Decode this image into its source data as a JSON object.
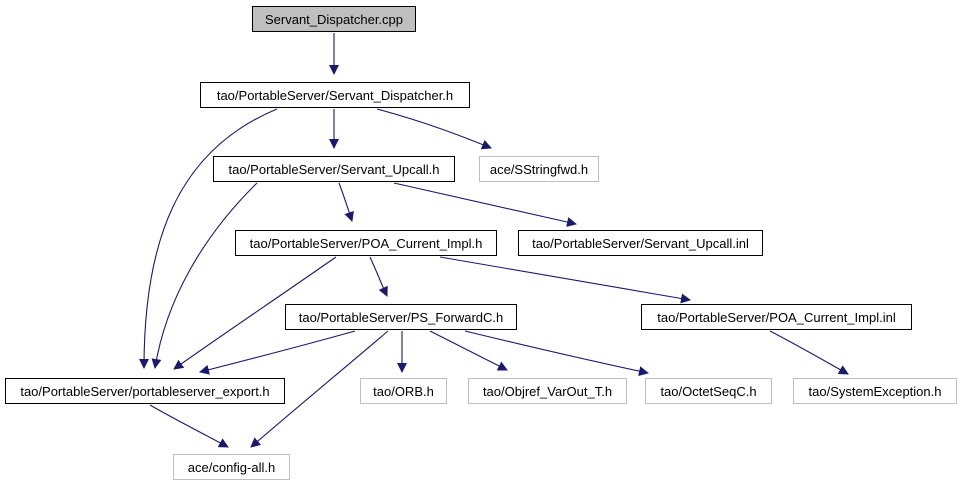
{
  "graph": {
    "kind": "include-dependency-graph",
    "colors": {
      "background": "#ffffff",
      "arrow": "#191970",
      "text": "#000000",
      "border_internal": "#000000",
      "border_external": "#c0c0c0",
      "node_fill": "#ffffff",
      "root_fill": "#bfbfbf"
    },
    "nodes": [
      {
        "id": "servant-dispatcher-cpp",
        "label": "Servant_Dispatcher.cpp",
        "kind": "source"
      },
      {
        "id": "servant-dispatcher-h",
        "label": "tao/PortableServer/Servant_Dispatcher.h",
        "kind": "internal"
      },
      {
        "id": "servant-upcall-h",
        "label": "tao/PortableServer/Servant_Upcall.h",
        "kind": "internal"
      },
      {
        "id": "sstringfwd-h",
        "label": "ace/SStringfwd.h",
        "kind": "external"
      },
      {
        "id": "poa-current-impl-h",
        "label": "tao/PortableServer/POA_Current_Impl.h",
        "kind": "internal"
      },
      {
        "id": "servant-upcall-inl",
        "label": "tao/PortableServer/Servant_Upcall.inl",
        "kind": "internal"
      },
      {
        "id": "ps-forwardc-h",
        "label": "tao/PortableServer/PS_ForwardC.h",
        "kind": "internal"
      },
      {
        "id": "poa-current-impl-inl",
        "label": "tao/PortableServer/POA_Current_Impl.inl",
        "kind": "internal"
      },
      {
        "id": "portableserver-export-h",
        "label": "tao/PortableServer/portableserver_export.h",
        "kind": "internal"
      },
      {
        "id": "orb-h",
        "label": "tao/ORB.h",
        "kind": "external"
      },
      {
        "id": "objref-varout-t-h",
        "label": "tao/Objref_VarOut_T.h",
        "kind": "external"
      },
      {
        "id": "octetseqc-h",
        "label": "tao/OctetSeqC.h",
        "kind": "external"
      },
      {
        "id": "systemexception-h",
        "label": "tao/SystemException.h",
        "kind": "external"
      },
      {
        "id": "config-all-h",
        "label": "ace/config-all.h",
        "kind": "external"
      }
    ],
    "edges": [
      {
        "from": "servant-dispatcher-cpp",
        "to": "servant-dispatcher-h"
      },
      {
        "from": "servant-dispatcher-h",
        "to": "servant-upcall-h"
      },
      {
        "from": "servant-dispatcher-h",
        "to": "sstringfwd-h"
      },
      {
        "from": "servant-dispatcher-h",
        "to": "portableserver-export-h"
      },
      {
        "from": "servant-upcall-h",
        "to": "poa-current-impl-h"
      },
      {
        "from": "servant-upcall-h",
        "to": "servant-upcall-inl"
      },
      {
        "from": "servant-upcall-h",
        "to": "portableserver-export-h"
      },
      {
        "from": "poa-current-impl-h",
        "to": "ps-forwardc-h"
      },
      {
        "from": "poa-current-impl-h",
        "to": "poa-current-impl-inl"
      },
      {
        "from": "poa-current-impl-h",
        "to": "portableserver-export-h"
      },
      {
        "from": "ps-forwardc-h",
        "to": "portableserver-export-h"
      },
      {
        "from": "ps-forwardc-h",
        "to": "orb-h"
      },
      {
        "from": "ps-forwardc-h",
        "to": "objref-varout-t-h"
      },
      {
        "from": "ps-forwardc-h",
        "to": "octetseqc-h"
      },
      {
        "from": "ps-forwardc-h",
        "to": "config-all-h"
      },
      {
        "from": "poa-current-impl-inl",
        "to": "systemexception-h"
      },
      {
        "from": "portableserver-export-h",
        "to": "config-all-h"
      }
    ]
  }
}
